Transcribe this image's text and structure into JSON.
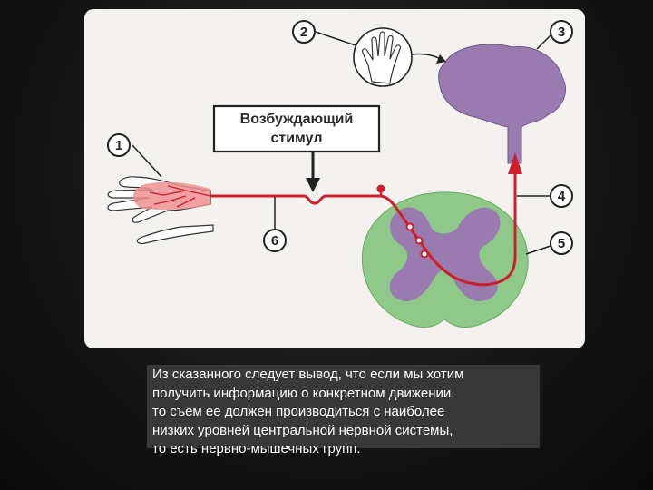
{
  "diagram": {
    "stimulus_label_line1": "Возбуждающий",
    "stimulus_label_line2": "стимул",
    "callouts": [
      "1",
      "2",
      "3",
      "4",
      "5",
      "6"
    ],
    "colors": {
      "nerve": "#cc1f2a",
      "brain": "#9a7bb0",
      "spinal_white_matter": "#8fc98a",
      "spinal_gray_matter": "#9a7bb0",
      "skin": "#ee9090",
      "frame": "#f4f2ef"
    }
  },
  "caption": {
    "text": "Из сказанного следует вывод, что если мы хотим\nполучить информацию о конкретном движении,\nто съем ее должен производиться с наиболее\nнизких уровней центральной нервной системы,\nто есть нервно-мышечных групп."
  }
}
